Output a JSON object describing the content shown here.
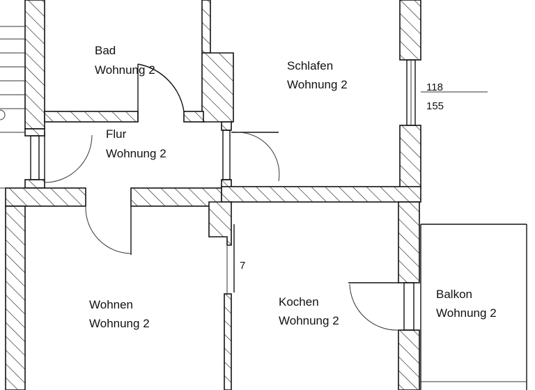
{
  "rooms": [
    {
      "name": "Bad",
      "unit": "Wohnung 2"
    },
    {
      "name": "Schlafen",
      "unit": "Wohnung 2"
    },
    {
      "name": "Flur",
      "unit": "Wohnung 2"
    },
    {
      "name": "Wohnen",
      "unit": "Wohnung 2"
    },
    {
      "name": "Kochen",
      "unit": "Wohnung 2"
    },
    {
      "name": "Balkon",
      "unit": "Wohnung 2"
    }
  ],
  "window_dimensions": {
    "width": "118",
    "height": "155"
  },
  "stair_mark": "7"
}
